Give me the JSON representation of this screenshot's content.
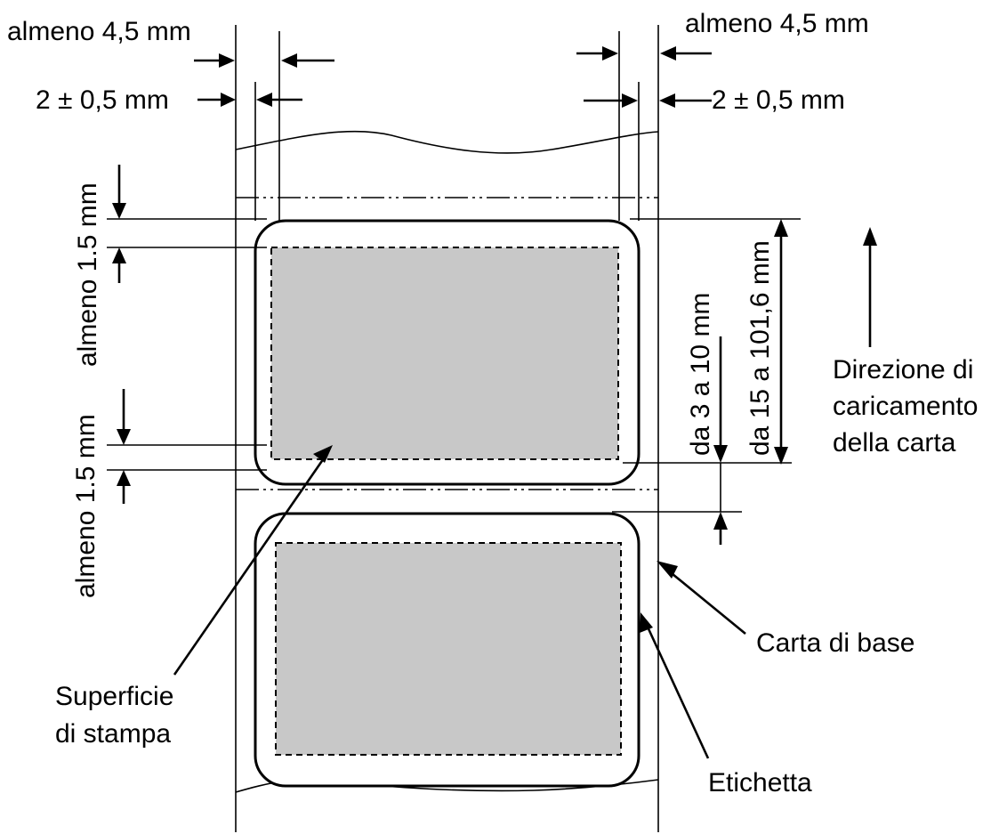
{
  "labels": {
    "margin_left_top": "almeno 4,5 mm",
    "margin_right_top": "almeno 4,5 mm",
    "offset_left": "2 ± 0,5 mm",
    "offset_right": "2 ± 0,5 mm",
    "top_margin_upper": "almeno 1.5 mm",
    "top_margin_lower": "almeno 1.5 mm",
    "gap": "da 3 a 10 mm",
    "label_height": "da 15 a 101,6 mm",
    "direction_line1": "Direzione di",
    "direction_line2": "caricamento",
    "direction_line3": "della carta",
    "base_paper": "Carta di base",
    "print_surface_line1": "Superficie",
    "print_surface_line2": "di stampa",
    "label": "Etichetta"
  }
}
